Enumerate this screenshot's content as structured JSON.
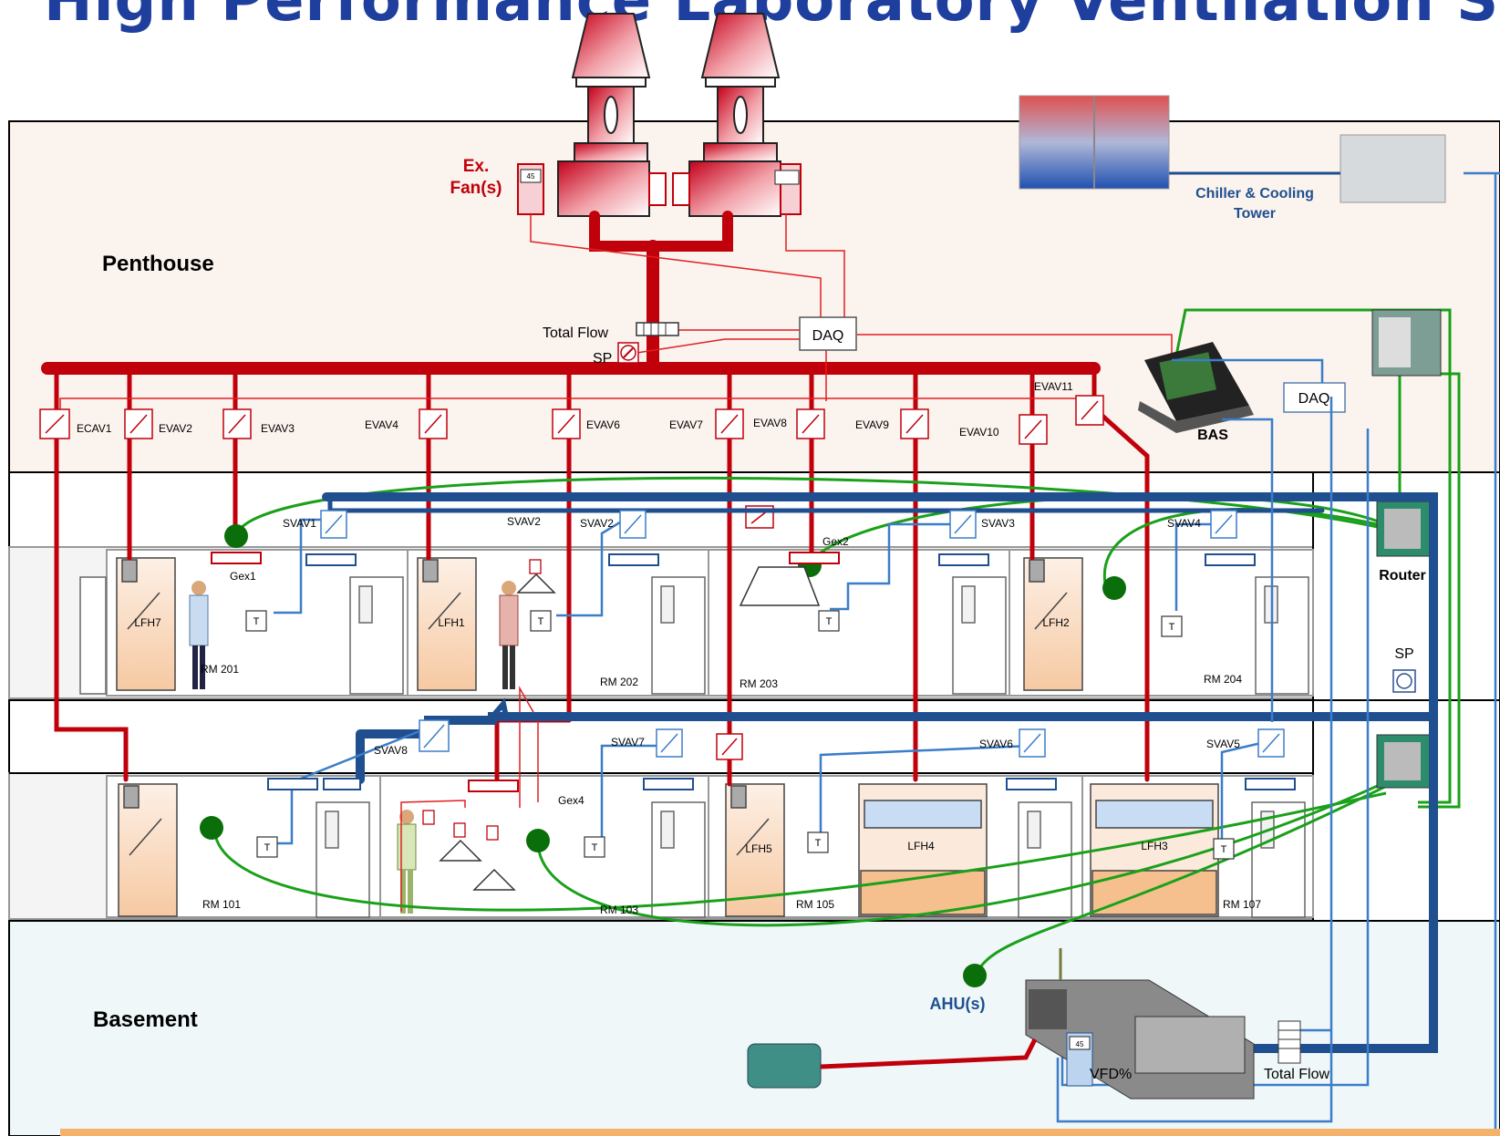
{
  "title": "High Performance Laboratory Ventilation System",
  "floors": {
    "top": "Penthouse",
    "bottom": "Basement"
  },
  "penthouse": {
    "exhaust_fans": "Ex.\nFan(s)",
    "fan_display": "45",
    "total_flow": "Total Flow",
    "sp": "SP",
    "daq1": "DAQ",
    "daq2": "DAQ",
    "bas": "BAS",
    "chiller": "Chiller & Cooling\nTower"
  },
  "exhaust_vavs": [
    "ECAV1",
    "EVAV2",
    "EVAV3",
    "EVAV4",
    "EVAV6",
    "EVAV7",
    "EVAV8",
    "EVAV9",
    "EVAV10",
    "EVAV11"
  ],
  "supply_vavs": [
    "SVAV1",
    "SVAV2",
    "SVAV2",
    "SVAV3",
    "SVAV4",
    "SVAV5",
    "SVAV6",
    "SVAV7",
    "SVAV8"
  ],
  "general_exhaust": [
    "Gex1",
    "Gex2",
    "Gex4"
  ],
  "fume_hoods": [
    "LFH7",
    "LFH1",
    "LFH2",
    "LFH5",
    "LFH4",
    "LFH3"
  ],
  "rooms_upper": [
    "RM 201",
    "RM 202",
    "RM 203",
    "RM 204"
  ],
  "rooms_lower": [
    "RM 101",
    "RM 103",
    "RM 105",
    "RM 107"
  ],
  "thermostat": "T",
  "router": "Router",
  "riser_sp": "SP",
  "basement": {
    "ahu": "AHU(s)",
    "vfd": "VFD%",
    "vfd_display": "45",
    "total_flow": "Total Flow"
  },
  "colors": {
    "exhaust": "#c0000a",
    "supply_main": "#1f4f8f",
    "supply_branch": "#3b7dc8",
    "network": "#1aa01a",
    "title": "#1e3f9e",
    "accent_bar": "#f4b26b"
  }
}
